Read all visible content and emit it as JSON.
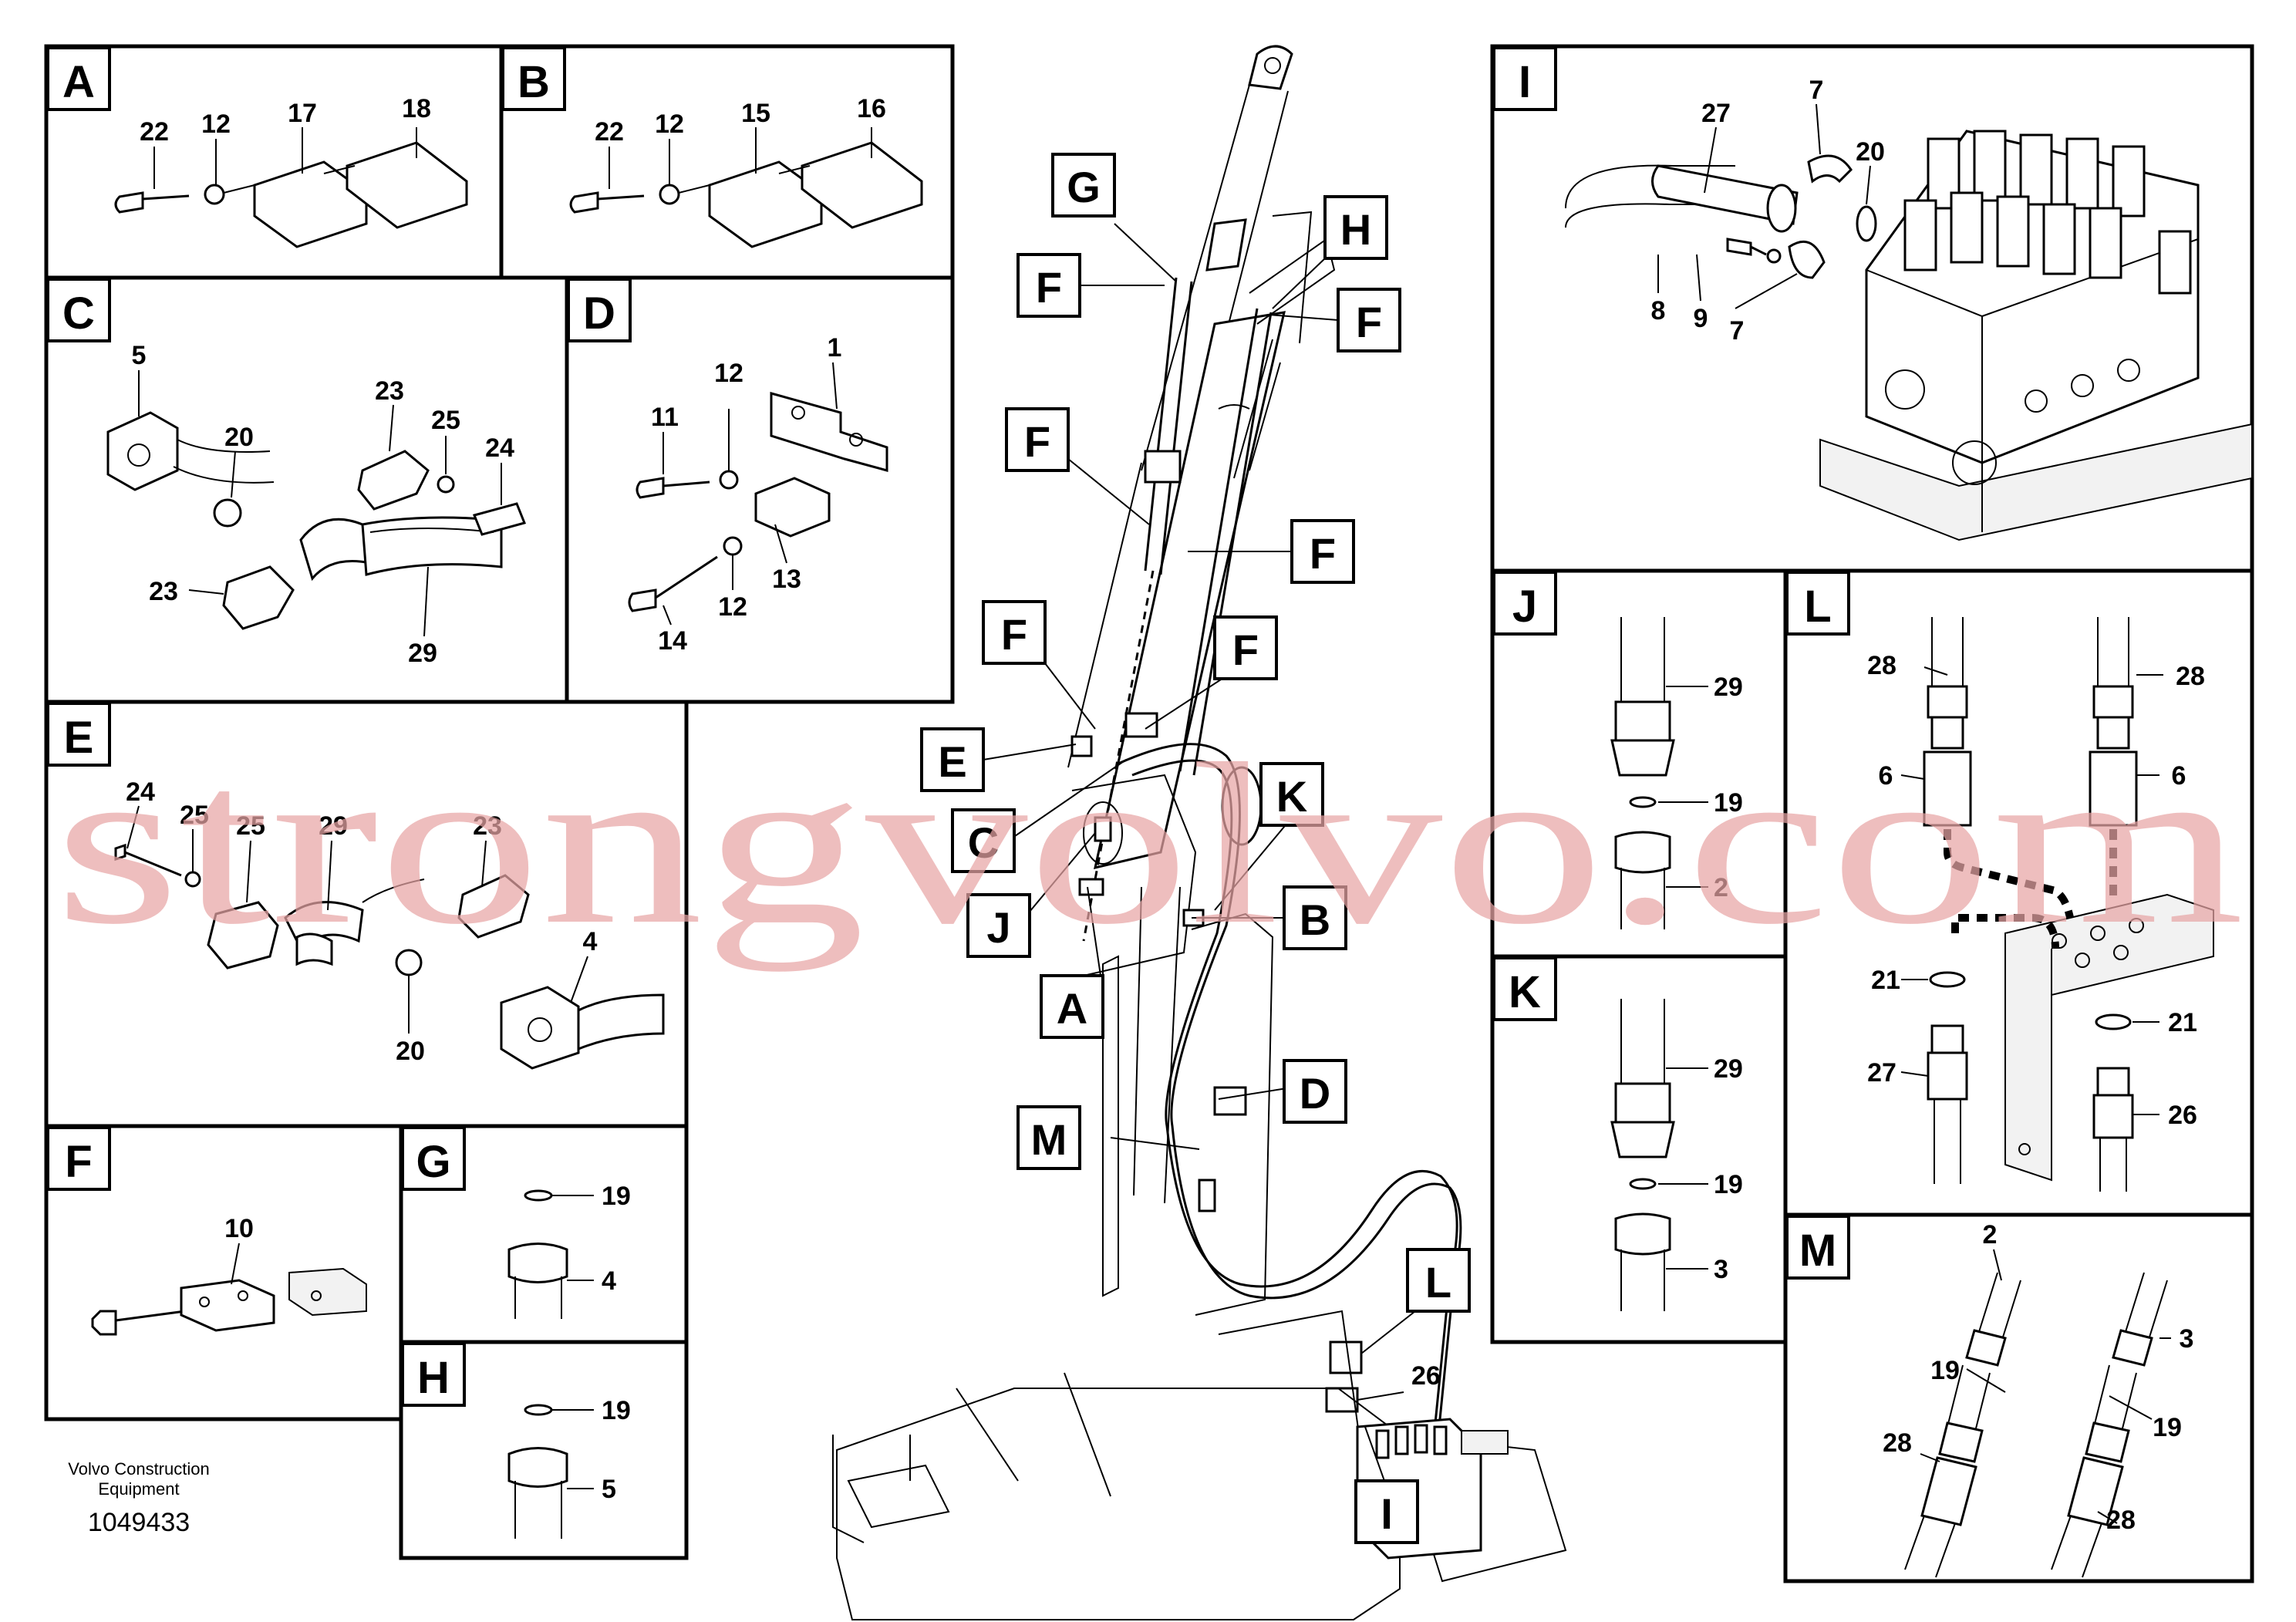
{
  "panels": {
    "A": {
      "label": "A",
      "callouts": [
        "22",
        "12",
        "17",
        "18"
      ]
    },
    "B": {
      "label": "B",
      "callouts": [
        "22",
        "12",
        "15",
        "16"
      ]
    },
    "C": {
      "label": "C",
      "callouts": [
        "5",
        "20",
        "23",
        "25",
        "24",
        "23",
        "29"
      ]
    },
    "D": {
      "label": "D",
      "callouts": [
        "1",
        "11",
        "12",
        "13",
        "14",
        "12"
      ]
    },
    "E": {
      "label": "E",
      "callouts": [
        "24",
        "25",
        "25",
        "29",
        "23",
        "4",
        "20"
      ]
    },
    "F": {
      "label": "F",
      "callouts": [
        "10"
      ]
    },
    "G": {
      "label": "G",
      "callouts": [
        "19",
        "4"
      ]
    },
    "H": {
      "label": "H",
      "callouts": [
        "19",
        "5"
      ]
    },
    "I": {
      "label": "I",
      "callouts": [
        "27",
        "7",
        "20",
        "8",
        "9",
        "7"
      ]
    },
    "J": {
      "label": "J",
      "callouts": [
        "29",
        "19",
        "2"
      ]
    },
    "K": {
      "label": "K",
      "callouts": [
        "29",
        "19",
        "3"
      ]
    },
    "L": {
      "label": "L",
      "callouts": [
        "28",
        "28",
        "6",
        "6",
        "21",
        "21",
        "27",
        "26"
      ]
    },
    "M": {
      "label": "M",
      "callouts": [
        "2",
        "3",
        "19",
        "19",
        "28",
        "28"
      ]
    }
  },
  "main": {
    "view_labels": [
      "G",
      "H",
      "F",
      "F",
      "F",
      "F",
      "F",
      "F",
      "E",
      "C",
      "K",
      "J",
      "B",
      "A",
      "D",
      "M",
      "L",
      "I"
    ],
    "callouts": [
      "26"
    ]
  },
  "footer": {
    "company_line1": "Volvo Construction",
    "company_line2": "Equipment",
    "drawing_number": "1049433"
  },
  "watermark": "strongvolvo.com"
}
